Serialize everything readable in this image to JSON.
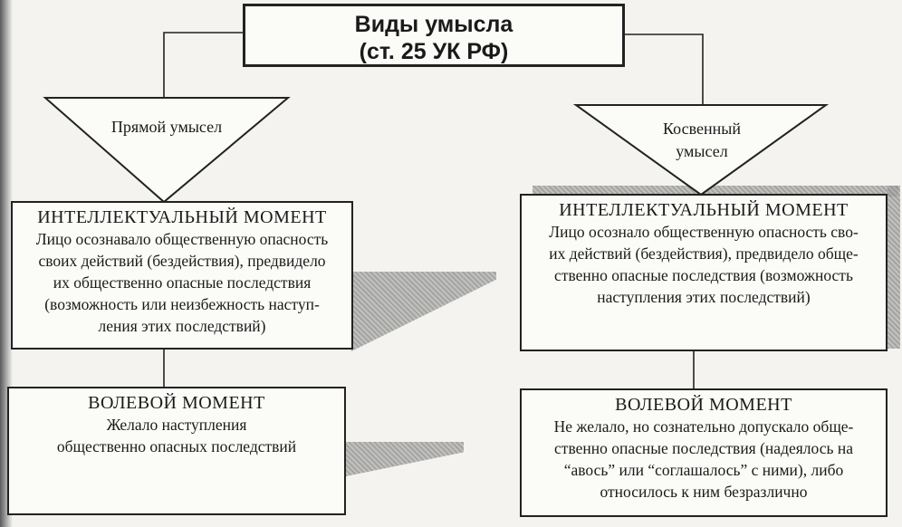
{
  "title": {
    "line1": "Виды умысла",
    "line2": "(ст. 25 УК РФ)"
  },
  "direct": {
    "label": "Прямой умысел",
    "intellectual": {
      "heading": "ИНТЕЛЛЕКТУАЛЬНЫЙ МОМЕНТ",
      "lines": [
        "Лицо осознавало общественную опасность",
        "своих действий (бездействия), предвидело",
        "их общественно опасные последствия",
        "(возможность или неизбежность наступ-",
        "ления этих последствий)"
      ]
    },
    "volitional": {
      "heading": "ВОЛЕВОЙ МОМЕНТ",
      "lines": [
        "Желало наступления",
        "общественно опасных последствий"
      ]
    }
  },
  "indirect": {
    "label_line1": "Косвенный",
    "label_line2": "умысел",
    "intellectual": {
      "heading": "ИНТЕЛЛЕКТУАЛЬНЫЙ МОМЕНТ",
      "lines": [
        "Лицо осознало общественную опасность сво-",
        "их действий (бездействия), предвидело обще-",
        "ственно опасные последствия (возможность",
        "наступления этих последствий)"
      ]
    },
    "volitional": {
      "heading": "ВОЛЕВОЙ МОМЕНТ",
      "lines": [
        "Не желало, но сознательно допускало обще-",
        "ственно опасные последствия (надеялось на",
        "“авось” или “соглашалось” с ними), либо",
        "относилось к ним безразлично"
      ]
    }
  }
}
